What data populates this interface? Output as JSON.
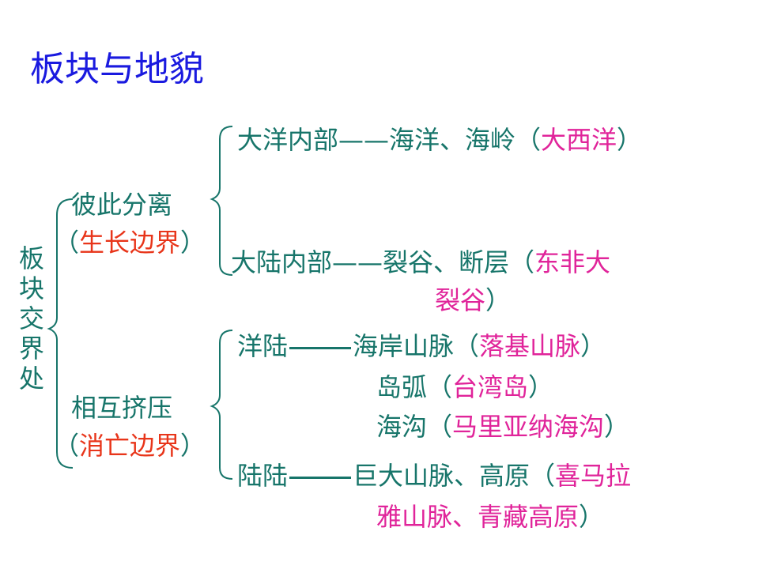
{
  "title": "板块与地貌",
  "root": {
    "label": "板块交界处"
  },
  "divergent": {
    "label": "彼此分离",
    "boundary_open": "（",
    "boundary": "生长边界",
    "boundary_close": "）",
    "items": [
      {
        "location": "大洋内部——海洋、海岭（",
        "example": "大西洋",
        "close": "）"
      },
      {
        "location": "大陆内部——裂谷、断层（",
        "example": "东非大",
        "example2": "裂谷",
        "close": "）"
      }
    ]
  },
  "convergent": {
    "label": "相互挤压",
    "boundary_open": "（",
    "boundary": "消亡边界",
    "boundary_close": "）",
    "ocean_continent": {
      "label": "洋陆",
      "rows": [
        {
          "text": "海岸山脉（",
          "example": "落基山脉",
          "close": "）"
        },
        {
          "text": "岛弧（",
          "example": "台湾岛",
          "close": "）"
        },
        {
          "text": "海沟（",
          "example": "马里亚纳海沟",
          "close": "）"
        }
      ]
    },
    "continent_continent": {
      "label": "陆陆",
      "text": "巨大山脉、高原（",
      "example": "喜马拉",
      "example2": "雅山脉、青藏高原",
      "close": "）"
    }
  },
  "colors": {
    "title": "#1a1adf",
    "text": "#17756a",
    "boundary": "#e8351a",
    "example": "#e0249a"
  }
}
